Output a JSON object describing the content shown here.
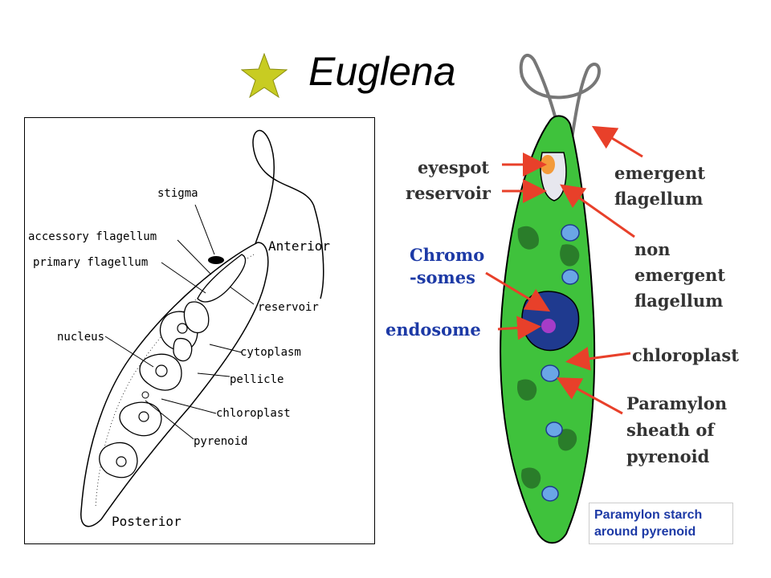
{
  "title": "Euglena",
  "left_diagram": {
    "labels": {
      "stigma": "stigma",
      "accessory_flagellum": "accessory flagellum",
      "primary_flagellum": "primary flagellum",
      "anterior": "Anterior",
      "reservoir": "reservoir",
      "nucleus": "nucleus",
      "cytoplasm": "cytoplasm",
      "pellicle": "pellicle",
      "chloroplast": "chloroplast",
      "pyrenoid": "pyrenoid",
      "posterior": "Posterior"
    }
  },
  "right_diagram": {
    "labels": {
      "eyespot": "eyespot",
      "reservoir": "reservoir",
      "chromosomes_1": "Chromo",
      "chromosomes_2": "-somes",
      "endosome": "endosome",
      "emergent_flagellum_1": "emergent",
      "emergent_flagellum_2": "flagellum",
      "non_emergent_1": "non",
      "non_emergent_2": "emergent",
      "non_emergent_3": "flagellum",
      "chloroplast": "chloroplast",
      "paramylon_1": "Paramylon",
      "paramylon_2": "sheath of",
      "paramylon_3": "pyrenoid"
    },
    "caption": "Paramylon starch\naround pyrenoid"
  },
  "colors": {
    "star": "#c8cc22",
    "cell_green": "#3fc23c",
    "dark_green": "#2a7d2a",
    "arrow_red": "#e8402a",
    "label_blue": "#1d3aa6",
    "label_dark": "#333333"
  }
}
